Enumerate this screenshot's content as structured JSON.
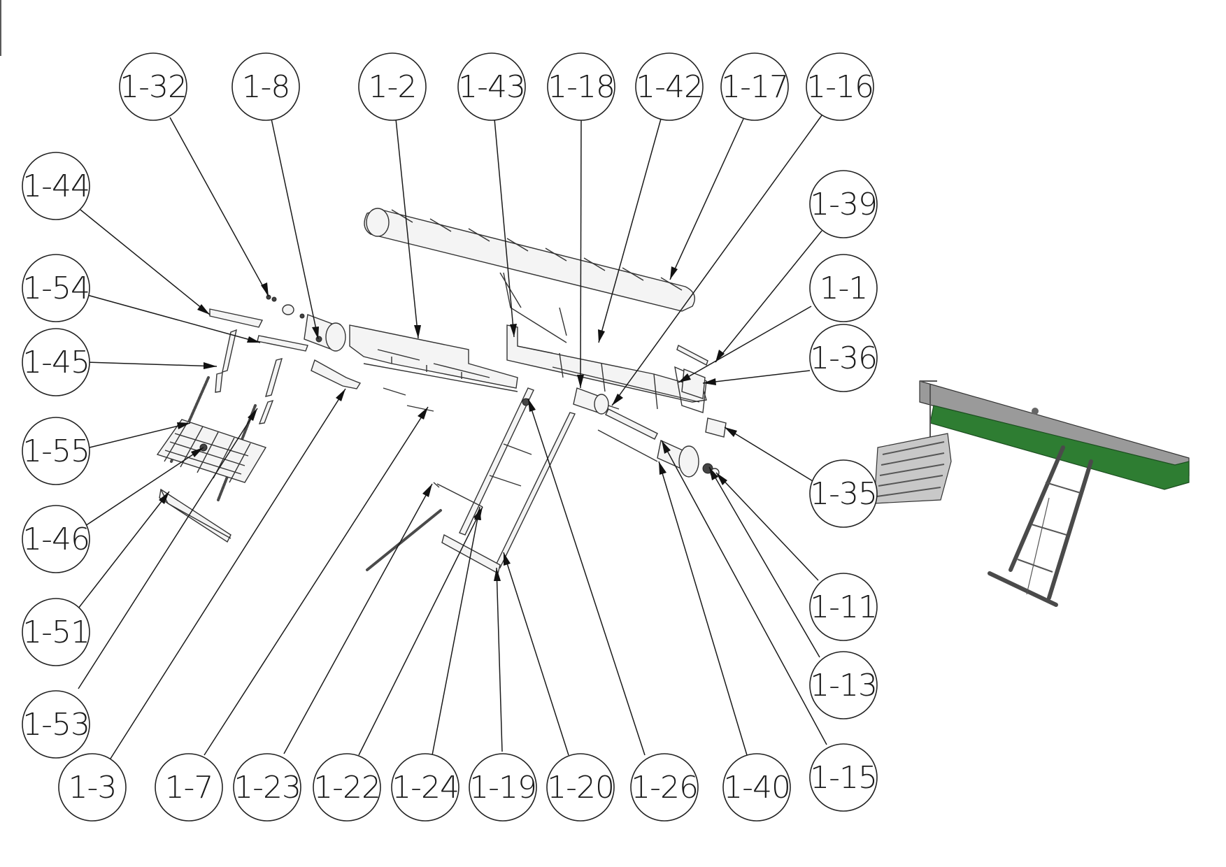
{
  "colors": {
    "belt_green": "#2e7d32",
    "frame_grey": "#9a9a9a",
    "line": "#1a1a1a"
  },
  "balloons": [
    {
      "id": "b-1-32",
      "label": "1-32"
    },
    {
      "id": "b-1-8",
      "label": "1-8"
    },
    {
      "id": "b-1-2",
      "label": "1-2"
    },
    {
      "id": "b-1-43",
      "label": "1-43"
    },
    {
      "id": "b-1-18",
      "label": "1-18"
    },
    {
      "id": "b-1-42",
      "label": "1-42"
    },
    {
      "id": "b-1-17",
      "label": "1-17"
    },
    {
      "id": "b-1-16",
      "label": "1-16"
    },
    {
      "id": "b-1-44",
      "label": "1-44"
    },
    {
      "id": "b-1-39",
      "label": "1-39"
    },
    {
      "id": "b-1-54",
      "label": "1-54"
    },
    {
      "id": "b-1-1",
      "label": "1-1"
    },
    {
      "id": "b-1-45",
      "label": "1-45"
    },
    {
      "id": "b-1-36",
      "label": "1-36"
    },
    {
      "id": "b-1-55",
      "label": "1-55"
    },
    {
      "id": "b-1-35",
      "label": "1-35"
    },
    {
      "id": "b-1-46",
      "label": "1-46"
    },
    {
      "id": "b-1-51",
      "label": "1-51"
    },
    {
      "id": "b-1-11",
      "label": "1-11"
    },
    {
      "id": "b-1-53",
      "label": "1-53"
    },
    {
      "id": "b-1-13",
      "label": "1-13"
    },
    {
      "id": "b-1-3",
      "label": "1-3"
    },
    {
      "id": "b-1-7",
      "label": "1-7"
    },
    {
      "id": "b-1-23",
      "label": "1-23"
    },
    {
      "id": "b-1-22",
      "label": "1-22"
    },
    {
      "id": "b-1-24",
      "label": "1-24"
    },
    {
      "id": "b-1-19",
      "label": "1-19"
    },
    {
      "id": "b-1-20",
      "label": "1-20"
    },
    {
      "id": "b-1-26",
      "label": "1-26"
    },
    {
      "id": "b-1-40",
      "label": "1-40"
    },
    {
      "id": "b-1-15",
      "label": "1-15"
    }
  ]
}
